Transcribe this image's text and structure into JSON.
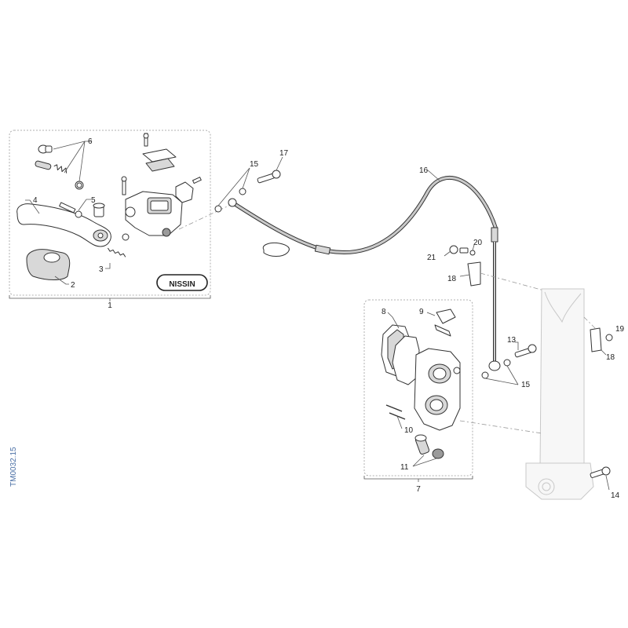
{
  "diagram": {
    "reference_code": "TM0032.15",
    "brand_label": "NISSIN",
    "callouts": {
      "c1": "1",
      "c2": "2",
      "c3": "3",
      "c4": "4",
      "c5": "5",
      "c6": "6",
      "c7": "7",
      "c8": "8",
      "c9": "9",
      "c10": "10",
      "c11": "11",
      "c13": "13",
      "c14": "14",
      "c15a": "15",
      "c15b": "15",
      "c16": "16",
      "c17": "17",
      "c18a": "18",
      "c18b": "18",
      "c19": "19",
      "c20": "20",
      "c21": "21"
    }
  }
}
